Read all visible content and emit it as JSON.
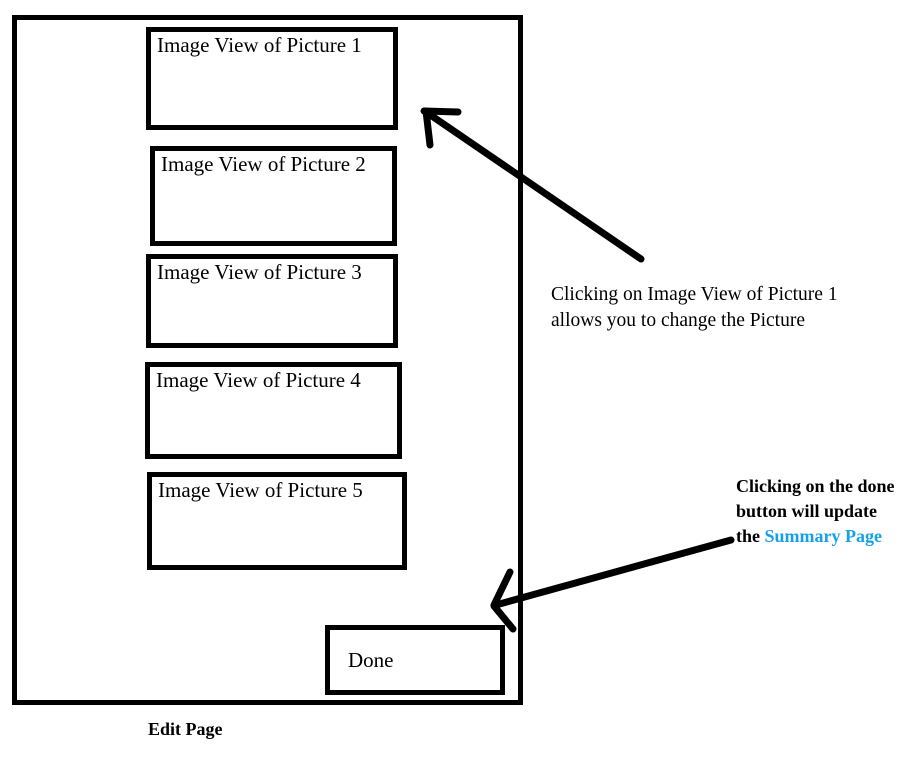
{
  "diagram": {
    "caption": "Edit Page",
    "frame": {
      "name": "edit-page-screen"
    },
    "image_views": [
      {
        "label": "Image View of Picture 1"
      },
      {
        "label": "Image View of Picture 2"
      },
      {
        "label": "Image View of Picture 3"
      },
      {
        "label": "Image View of Picture 4"
      },
      {
        "label": "Image View of Picture 5"
      }
    ],
    "done_button": {
      "label": "Done"
    },
    "annotations": {
      "top": {
        "line1": "Clicking on Image View of Picture 1",
        "line2": "allows you to change the Picture"
      },
      "bottom": {
        "line1": "Clicking on the done",
        "line2": "button will update",
        "line3_prefix": "the ",
        "link": "Summary Page"
      }
    },
    "colors": {
      "stroke": "#000000",
      "background": "#ffffff",
      "link": "#17A0EA"
    }
  }
}
